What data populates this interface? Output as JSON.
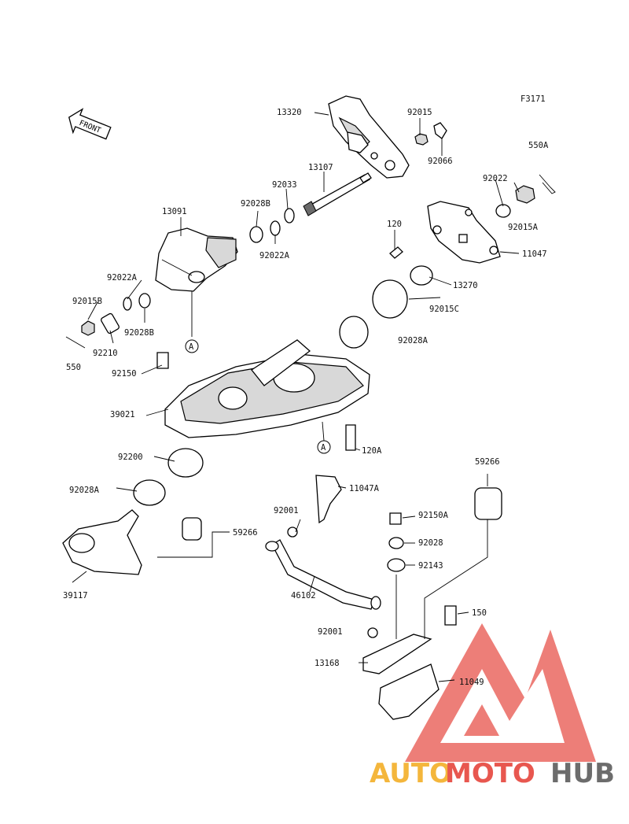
{
  "diagram": {
    "code": "F3171",
    "front_label": "FRONT",
    "circle_ref": "A",
    "parts": [
      "13320",
      "92015",
      "92066",
      "550A",
      "13107",
      "92033",
      "92022",
      "92028B",
      "13091",
      "92015A",
      "92022A",
      "11047",
      "120",
      "13270",
      "92015C",
      "92028A",
      "92015B",
      "92210",
      "550",
      "92150",
      "39021",
      "120A",
      "92200",
      "59266",
      "11047A",
      "92001",
      "92150A",
      "92028",
      "92143",
      "39117",
      "46102",
      "150",
      "13168",
      "11049"
    ]
  },
  "watermark": {
    "auto": "AUTO",
    "moto": "MOTO",
    "hub": "HUB",
    "color_primary": "#e8574f",
    "color_secondary": "#f4b63c",
    "color_tertiary": "#6c6c6c"
  }
}
